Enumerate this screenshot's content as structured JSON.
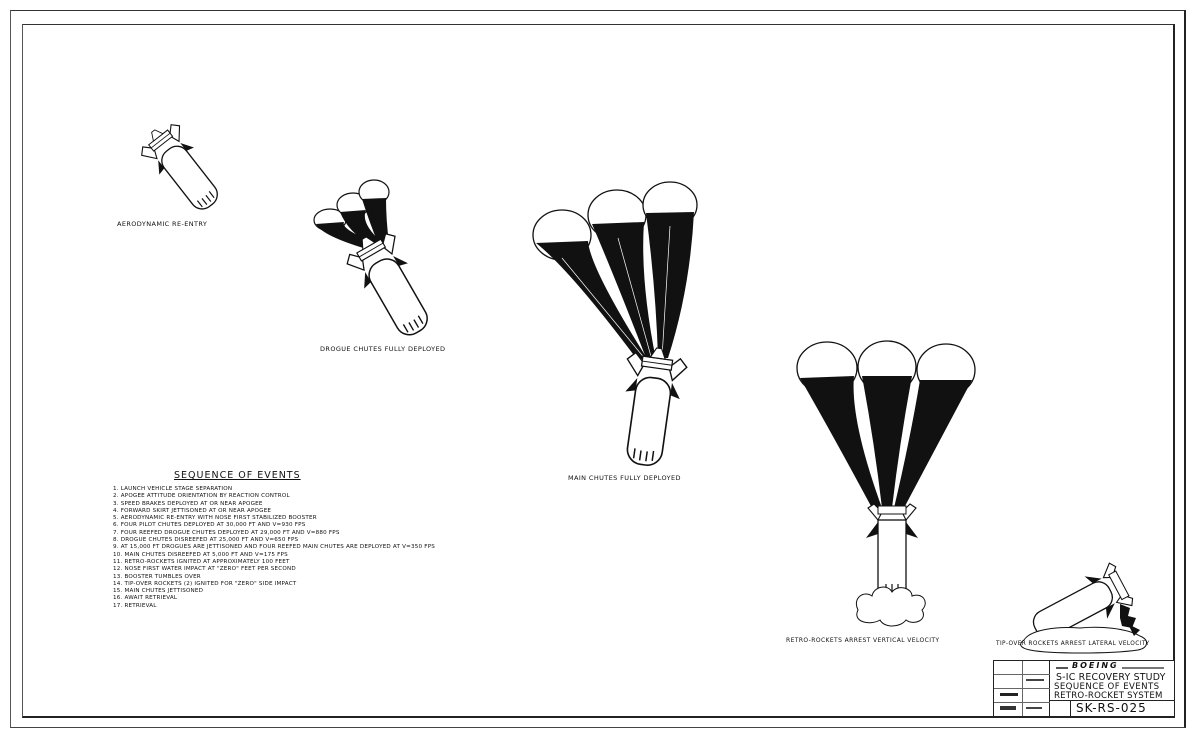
{
  "drawing": {
    "captions": {
      "reentry": "AERODYNAMIC RE-ENTRY",
      "drogue": "DROGUE CHUTES FULLY DEPLOYED",
      "main": "MAIN CHUTES FULLY DEPLOYED",
      "retro": "RETRO-ROCKETS ARREST VERTICAL VELOCITY",
      "tipover": "TIP-OVER ROCKETS ARREST LATERAL VELOCITY"
    },
    "sequence": {
      "title": "SEQUENCE OF EVENTS",
      "items": [
        "1. LAUNCH VEHICLE STAGE SEPARATION",
        "2. APOGEE ATTITUDE ORIENTATION BY REACTION CONTROL",
        "3. SPEED BRAKES DEPLOYED AT OR NEAR APOGEE",
        "4. FORWARD SKIRT JETTISONED AT OR NEAR APOGEE",
        "5. AERODYNAMIC RE-ENTRY WITH NOSE FIRST STABILIZED BOOSTER",
        "6. FOUR PILOT CHUTES DEPLOYED AT 30,000 FT AND V=930 FPS",
        "7. FOUR REEFED DROGUE CHUTES DEPLOYED AT 29,000 FT AND V=880 FPS",
        "8. DROGUE CHUTES DISREEFED AT 25,000 FT AND V=650 FPS",
        "9. AT 15,000 FT DROGUES ARE JETTISONED AND FOUR REEFED MAIN CHUTES ARE DEPLOYED AT V=350 FPS",
        "10. MAIN CHUTES DISREEFED AT 5,000 FT AND V=175 FPS",
        "11. RETRO-ROCKETS IGNITED AT APPROXIMATELY 100 FEET",
        "12. NOSE FIRST WATER IMPACT AT \"ZERO\" FEET PER SECOND",
        "13. BOOSTER TUMBLES OVER",
        "14. TIP-OVER ROCKETS (2) IGNITED FOR \"ZERO\" SIDE IMPACT",
        "15. MAIN CHUTES JETTISONED",
        "16. AWAIT RETRIEVAL",
        "17. RETRIEVAL"
      ]
    },
    "title_block": {
      "company": "BOEING",
      "study": "S-IC RECOVERY STUDY",
      "subject_line1": "SEQUENCE OF EVENTS",
      "subject_line2": "RETRO-ROCKET SYSTEM",
      "drawing_number": "SK-RS-025"
    }
  }
}
